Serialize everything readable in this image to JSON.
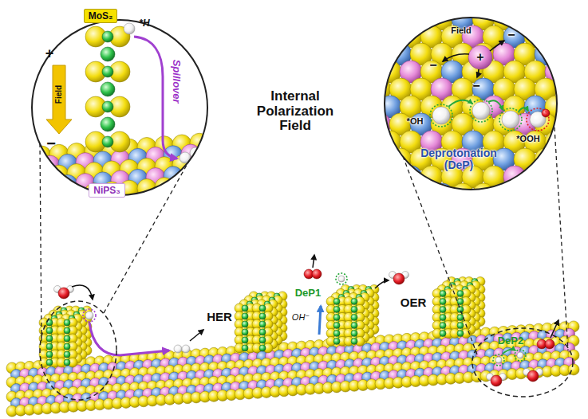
{
  "diagram": {
    "title": "Internal Polarization Field",
    "nodes": [
      {
        "text": [
          "MoS₂"
        ]
      },
      {
        "text": [
          "NiPS₃"
        ]
      }
    ],
    "labels": [
      "+",
      "Field",
      "−",
      "*H",
      "Spillover",
      "Field",
      "−",
      "+",
      "−",
      "−",
      "*OH",
      "*OOH",
      "Deprotonation (DeP)",
      "HER",
      "DeP1",
      "OH⁻",
      "OER",
      "DeP2"
    ]
  }
}
